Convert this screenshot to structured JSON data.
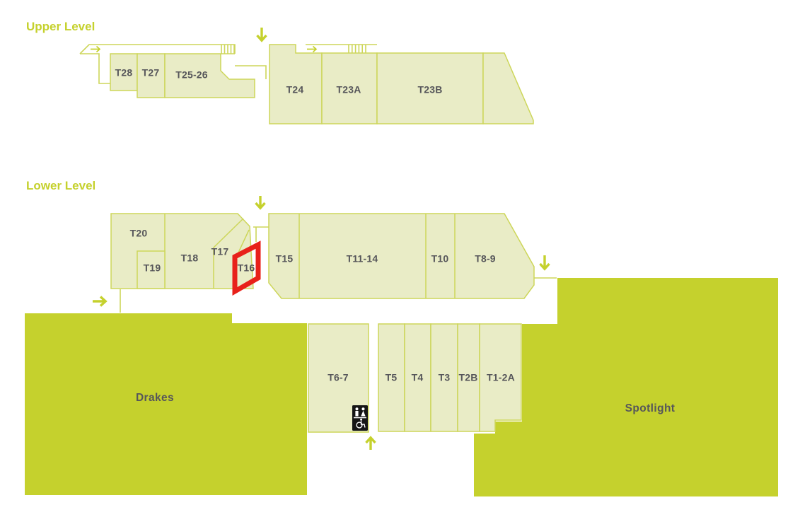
{
  "colors": {
    "accent": "#c5d12d",
    "pale": "#e9ecc6",
    "border": "#cdd65a",
    "label": "#56565a",
    "highlight": "#e8211a",
    "toilet_bg": "#151515"
  },
  "upper_level": {
    "title": "Upper Level",
    "tenancies": {
      "t28": "T28",
      "t27": "T27",
      "t25_26": "T25-26",
      "t24": "T24",
      "t23a": "T23A",
      "t23b": "T23B"
    }
  },
  "lower_level": {
    "title": "Lower Level",
    "tenancies": {
      "t20": "T20",
      "t19": "T19",
      "t18": "T18",
      "t17": "T17",
      "t16": "T16",
      "t15": "T15",
      "t11_14": "T11-14",
      "t10": "T10",
      "t8_9": "T8-9",
      "t6_7": "T6-7",
      "t5": "T5",
      "t4": "T4",
      "t3": "T3",
      "t2b": "T2B",
      "t1_2a": "T1-2A"
    },
    "anchors": {
      "drakes": "Drakes",
      "spotlight": "Spotlight"
    },
    "highlight": {
      "tenancy": "T16"
    }
  },
  "icons": {
    "toilet": "toilets-accessible",
    "entrance_down": "entrance-arrow-down",
    "entrance_up": "entrance-arrow-up",
    "entrance_right": "entrance-arrow-right",
    "stairs": "stairs-ticks"
  }
}
